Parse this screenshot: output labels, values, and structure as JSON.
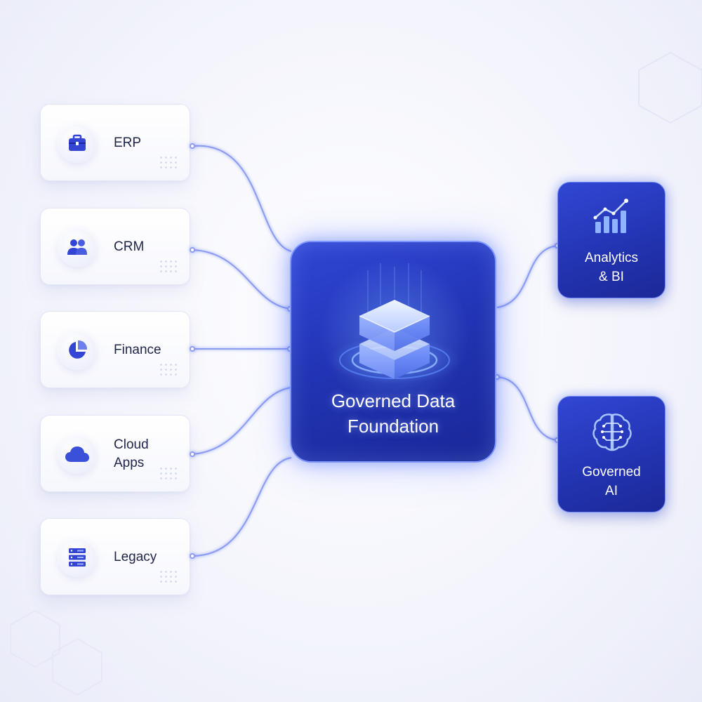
{
  "sources": [
    {
      "label": "ERP",
      "icon": "briefcase-icon"
    },
    {
      "label": "CRM",
      "icon": "users-icon"
    },
    {
      "label": "Finance",
      "icon": "pie-chart-icon"
    },
    {
      "label": "Cloud\nApps",
      "icon": "cloud-icon"
    },
    {
      "label": "Legacy",
      "icon": "server-icon"
    }
  ],
  "hub": {
    "title": "Governed Data\nFoundation",
    "icon": "layers-icon"
  },
  "outputs": [
    {
      "label": "Analytics\n& BI",
      "icon": "bar-chart-trend-icon"
    },
    {
      "label": "Governed\nAI",
      "icon": "brain-circuit-icon"
    }
  ],
  "colors": {
    "accent": "#2a3fcb",
    "accent_light": "#7d95ff",
    "text_dark": "#1f2548",
    "connector": "#7f92f0"
  }
}
